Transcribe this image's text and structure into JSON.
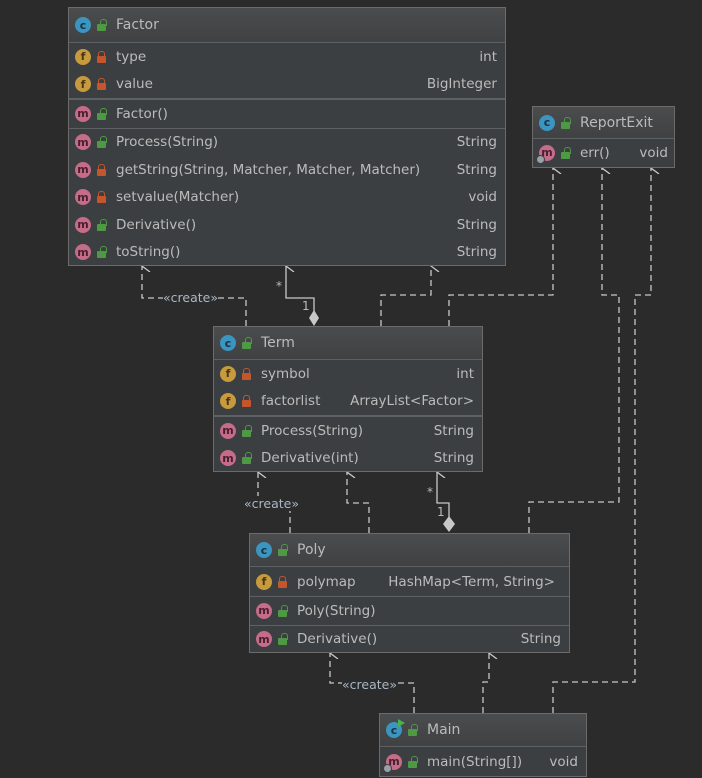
{
  "diagram": {
    "type": "UML class diagram",
    "colors": {
      "background": "#2b2b2b",
      "class_box": "#3c3f41",
      "class_icon": "#3a95c0",
      "field_icon": "#c69a3d",
      "method_icon": "#c46c88",
      "public_lock": "#4e9a44",
      "private_lock": "#c5552a",
      "connector": "#c8c8c8"
    },
    "classes": {
      "factor": {
        "name": "Factor",
        "fields": [
          {
            "name": "type",
            "type": "int",
            "visibility": "private"
          },
          {
            "name": "value",
            "type": "BigInteger",
            "visibility": "private"
          }
        ],
        "constructors": [
          {
            "name": "Factor()",
            "type": "",
            "visibility": "public"
          }
        ],
        "methods": [
          {
            "name": "Process(String)",
            "type": "String",
            "visibility": "public"
          },
          {
            "name": "getString(String, Matcher, Matcher, Matcher)",
            "type": "String",
            "visibility": "private"
          },
          {
            "name": "setvalue(Matcher)",
            "type": "void",
            "visibility": "private"
          },
          {
            "name": "Derivative()",
            "type": "String",
            "visibility": "public"
          },
          {
            "name": "toString()",
            "type": "String",
            "visibility": "public"
          }
        ]
      },
      "reportexit": {
        "name": "ReportExit",
        "methods": [
          {
            "name": "err()",
            "type": "void",
            "visibility": "public",
            "static": true
          }
        ]
      },
      "term": {
        "name": "Term",
        "fields": [
          {
            "name": "symbol",
            "type": "int",
            "visibility": "private"
          },
          {
            "name": "factorlist",
            "type": "ArrayList<Factor>",
            "visibility": "private"
          }
        ],
        "methods": [
          {
            "name": "Process(String)",
            "type": "String",
            "visibility": "public"
          },
          {
            "name": "Derivative(int)",
            "type": "String",
            "visibility": "public"
          }
        ]
      },
      "poly": {
        "name": "Poly",
        "fields": [
          {
            "name": "polymap",
            "type": "HashMap<Term, String>",
            "visibility": "private"
          }
        ],
        "constructors": [
          {
            "name": "Poly(String)",
            "type": "",
            "visibility": "public"
          }
        ],
        "methods": [
          {
            "name": "Derivative()",
            "type": "String",
            "visibility": "public"
          }
        ]
      },
      "main": {
        "name": "Main",
        "methods": [
          {
            "name": "main(String[])",
            "type": "void",
            "visibility": "public",
            "static": true
          }
        ]
      }
    },
    "relations": [
      {
        "from": "Term",
        "to": "Factor",
        "kind": "dependency",
        "stereotype": "«create»"
      },
      {
        "from": "Term",
        "to": "Factor",
        "kind": "composition",
        "source_mult": "1",
        "target_mult": "*"
      },
      {
        "from": "Term",
        "to": "Factor",
        "kind": "dependency"
      },
      {
        "from": "Term",
        "to": "ReportExit",
        "kind": "dependency"
      },
      {
        "from": "Poly",
        "to": "ReportExit",
        "kind": "dependency"
      },
      {
        "from": "Main",
        "to": "ReportExit",
        "kind": "dependency"
      },
      {
        "from": "Poly",
        "to": "Term",
        "kind": "dependency",
        "stereotype": "«create»"
      },
      {
        "from": "Poly",
        "to": "Term",
        "kind": "dependency"
      },
      {
        "from": "Poly",
        "to": "Term",
        "kind": "composition",
        "source_mult": "1",
        "target_mult": "*"
      },
      {
        "from": "Main",
        "to": "Poly",
        "kind": "dependency",
        "stereotype": "«create»"
      },
      {
        "from": "Main",
        "to": "Poly",
        "kind": "dependency"
      }
    ],
    "labels": {
      "create": "«create»",
      "many": "*",
      "one": "1"
    },
    "icons": {
      "class": "c",
      "field": "f",
      "method": "m"
    }
  }
}
